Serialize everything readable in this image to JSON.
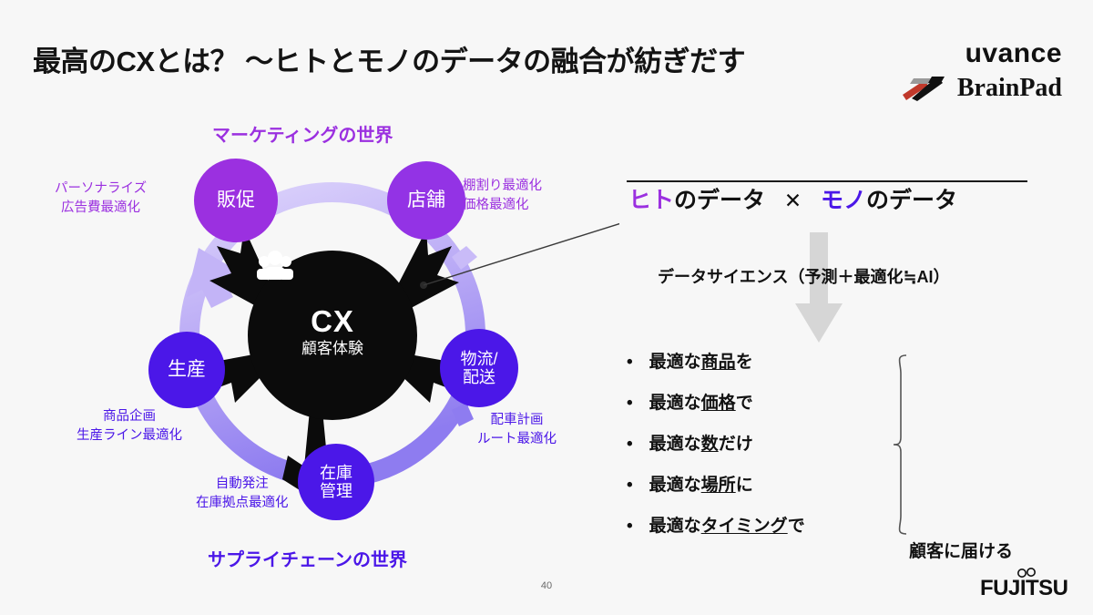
{
  "header": {
    "title": "最高のCXとは？ ～ヒトとモノのデータの融合が紡ぎだす",
    "logo_uvance": "uvance",
    "logo_brainpad": "BrainPad"
  },
  "diagram": {
    "heading_top": "マーケティングの世界",
    "heading_bottom": "サプライチェーンの世界",
    "center": {
      "title": "CX",
      "subtitle": "顧客体験",
      "icon": "people-group-icon"
    },
    "nodes": [
      {
        "id": "hansoku",
        "label": "販促",
        "color": "#9b30e0"
      },
      {
        "id": "tenpo",
        "label": "店舗",
        "color": "#9333e5"
      },
      {
        "id": "butsuryu",
        "label_1": "物流/",
        "label_2": "配送",
        "color": "#4b17e8"
      },
      {
        "id": "zaiko",
        "label_1": "在庫",
        "label_2": "管理",
        "color": "#4b17e8"
      },
      {
        "id": "seisan",
        "label": "生産",
        "color": "#4b17e8"
      }
    ],
    "notes": {
      "personalize_1": "パーソナライズ",
      "personalize_2": "広告費最適化",
      "shelf_1": "棚割り最適化",
      "shelf_2": "価格最適化",
      "dispatch_1": "配車計画",
      "dispatch_2": "ルート最適化",
      "auto_order_1": "自動発注",
      "auto_order_2": "在庫拠点最適化",
      "product_plan_1": "商品企画",
      "product_plan_2": "生産ライン最適化"
    }
  },
  "right_panel": {
    "headline": {
      "hito": "ヒト",
      "hito_suffix": "のデータ",
      "times": "✕",
      "mono": "モノ",
      "mono_suffix": "のデータ"
    },
    "data_science": "データサイエンス（予測＋最適化≒AI）",
    "arrow": "down-arrow-icon",
    "bullets": [
      {
        "bullet": "•",
        "pre": "最適な",
        "key": "商品",
        "post": "を"
      },
      {
        "bullet": "•",
        "pre": "最適な",
        "key": "価格",
        "post": "で"
      },
      {
        "bullet": "•",
        "pre": "最適な",
        "key": "数",
        "post": "だけ"
      },
      {
        "bullet": "•",
        "pre": "最適な",
        "key": "場所",
        "post": "に"
      },
      {
        "bullet": "•",
        "pre": "最適な",
        "key": "タイミング",
        "post": "で"
      }
    ],
    "deliver_label": "顧客に届ける"
  },
  "footer": {
    "page_number": "40",
    "logo_fujitsu": "FUJITSU"
  },
  "colors": {
    "purple": "#9b30e0",
    "violet": "#4b17e8",
    "ring_light": "#cbbdf7",
    "ring_mid": "#8e7cf0",
    "black": "#0b0b0b",
    "gray_arrow": "#d4d4d4",
    "background": "#f7f7f7"
  }
}
